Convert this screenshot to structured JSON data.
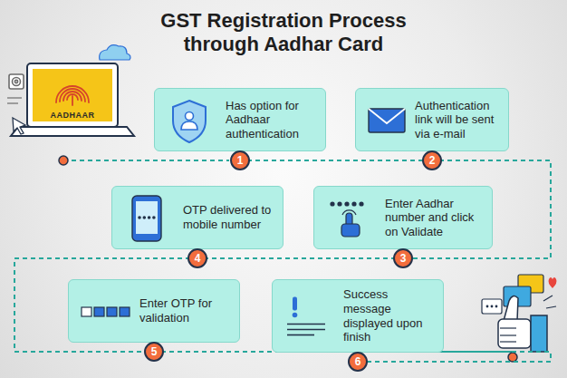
{
  "diagram": {
    "title": "GST Registration Process through Aadhar Card",
    "nodes": [
      {
        "text": [
          "Has option for Aadhaar authentication"
        ]
      },
      {
        "text": [
          "Authentication link will be sent via e-mail"
        ]
      },
      {
        "text": [
          "Enter Aadhar number and click on Validate"
        ]
      },
      {
        "text": [
          "OTP delivered to mobile number"
        ]
      },
      {
        "text": [
          "Enter OTP for validation"
        ]
      },
      {
        "text": [
          "Success message displayed upon finish"
        ]
      }
    ],
    "edges": [
      {
        "from": 0,
        "to": 1,
        "arrow": "none"
      },
      {
        "from": 1,
        "to": 2,
        "arrow": "none"
      },
      {
        "from": 2,
        "to": 3,
        "arrow": "none"
      },
      {
        "from": 3,
        "to": 4,
        "arrow": "none"
      },
      {
        "from": 4,
        "to": 5,
        "arrow": "none"
      }
    ],
    "labels": [
      "AADHAAR",
      "1",
      "2",
      "3",
      "4",
      "5",
      "6"
    ]
  }
}
